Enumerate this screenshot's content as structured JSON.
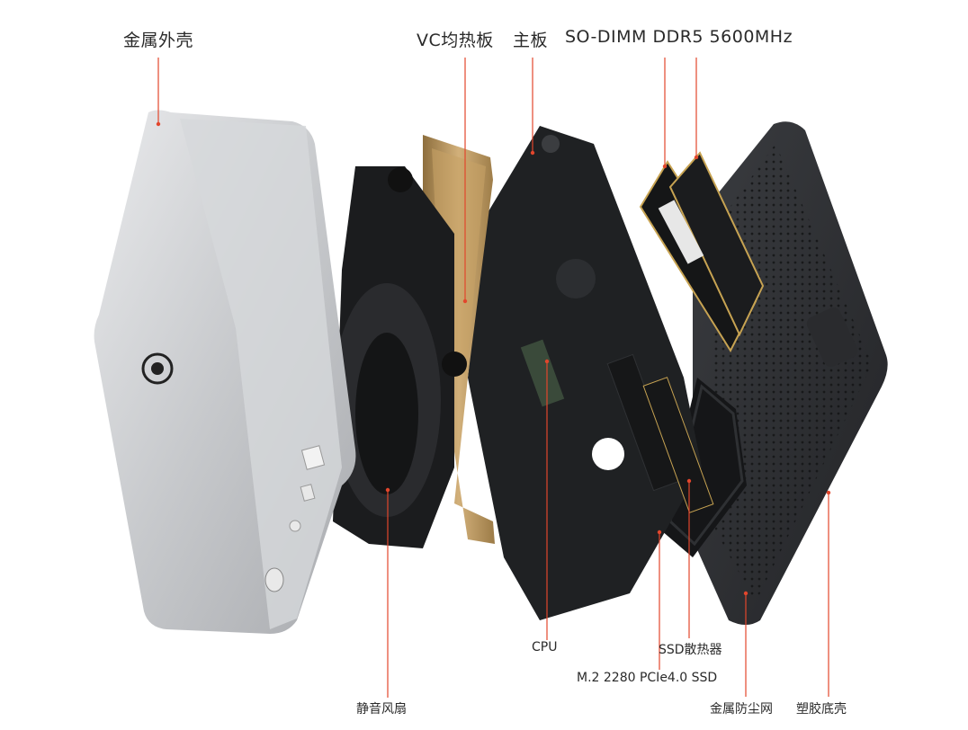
{
  "labels": {
    "metal_shell": "金属外壳",
    "vc_vapor_chamber": "VC均热板",
    "mainboard": "主板",
    "ram": "SO-DIMM DDR5 5600MHz",
    "cpu": "CPU",
    "ssd_heatsink": "SSD散热器",
    "m2_ssd": "M.2 2280 PCIe4.0 SSD",
    "silent_fan": "静音风扇",
    "metal_dust_mesh": "金属防尘网",
    "plastic_base": "塑胶底壳"
  },
  "colors": {
    "leader_line": "#e2462c",
    "aluminum": "#c9cbcf",
    "copper": "#b8955a",
    "pcb": "#202224",
    "base": "#2f3134"
  }
}
